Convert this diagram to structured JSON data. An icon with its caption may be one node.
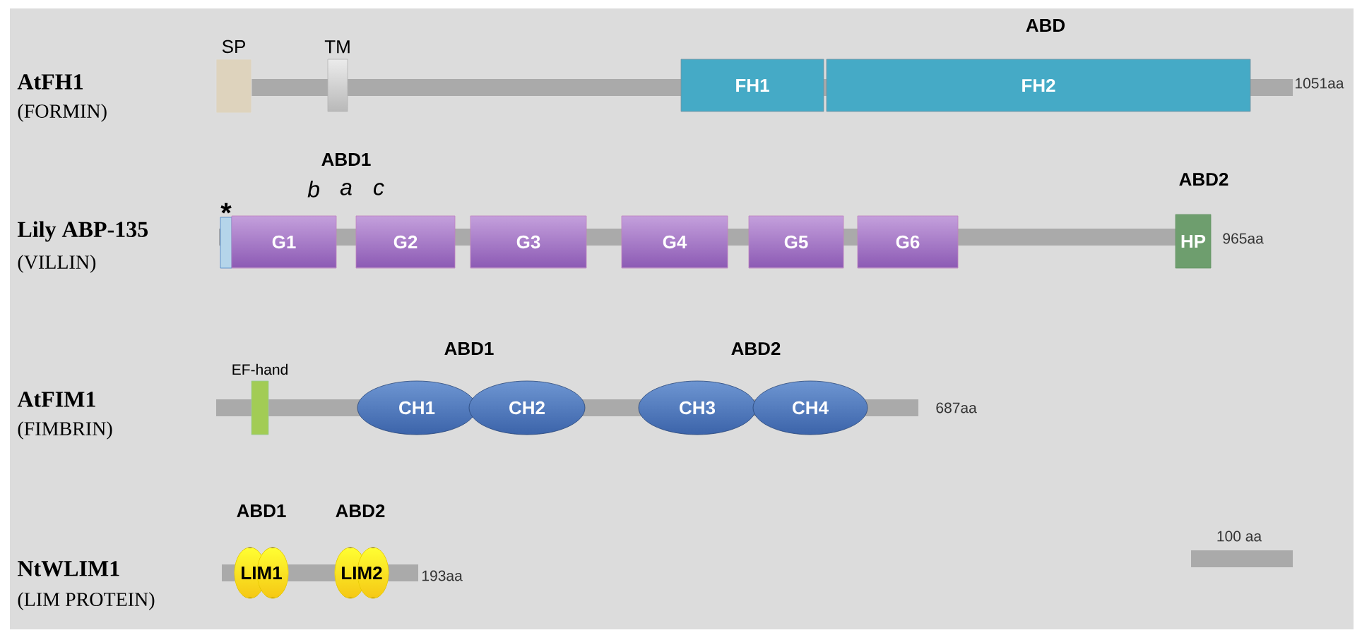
{
  "diagram": {
    "nodes": [
      {
        "text": [
          "SP"
        ]
      },
      {
        "text": [
          "TM"
        ]
      },
      {
        "text": [
          "FH1"
        ]
      },
      {
        "text": [
          "FH2"
        ]
      },
      {
        "text": [
          "*"
        ]
      },
      {
        "text": [
          "G1"
        ]
      },
      {
        "text": [
          "G2"
        ]
      },
      {
        "text": [
          "G3"
        ]
      },
      {
        "text": [
          "G4"
        ]
      },
      {
        "text": [
          "G5"
        ]
      },
      {
        "text": [
          "G6"
        ]
      },
      {
        "text": [
          "HP"
        ]
      },
      {
        "text": [
          "EF-hand"
        ]
      },
      {
        "text": [
          "CH1"
        ]
      },
      {
        "text": [
          "CH2"
        ]
      },
      {
        "text": [
          "CH3"
        ]
      },
      {
        "text": [
          "CH4"
        ]
      },
      {
        "text": [
          "LIM1"
        ]
      },
      {
        "text": [
          "LIM2"
        ]
      }
    ],
    "labels": [
      "ABD",
      "AtFH1",
      "(FORMIN)",
      "1051aa",
      "ABD1",
      "b",
      "a",
      "c",
      "ABD2",
      "Lily ABP-135",
      "(VILLIN)",
      "965aa",
      "ABD1",
      "ABD2",
      "AtFIM1",
      "(FIMBRIN)",
      "687aa",
      "ABD1",
      "ABD2",
      "100 aa",
      "NtWLIM1",
      "(LIM PROTEIN)",
      "193aa"
    ]
  }
}
